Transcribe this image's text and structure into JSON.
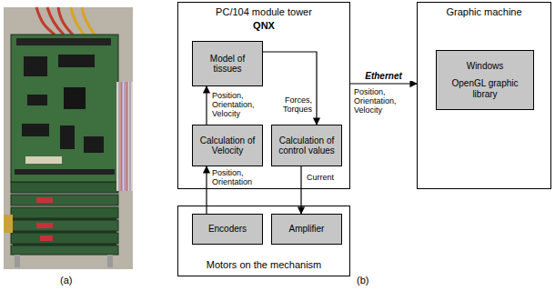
{
  "diagram": {
    "nodes": [
      {
        "text": [
          "PC/104 module tower",
          "QNX"
        ]
      },
      {
        "text": [
          "Model of tissues"
        ],
        "in": 0
      },
      {
        "text": [
          "Calculation of Velocity"
        ],
        "in": 0
      },
      {
        "text": [
          "Calculation of control values"
        ],
        "in": 0
      },
      {
        "text": [
          "Motors on the mechanism"
        ]
      },
      {
        "text": [
          "Encoders"
        ],
        "in": 4
      },
      {
        "text": [
          "Amplifier"
        ],
        "in": 4
      },
      {
        "text": [
          "Graphic machine"
        ]
      },
      {
        "text": [
          "Windows",
          "OpenGL graphic library"
        ],
        "in": 7
      }
    ],
    "edges": [
      {
        "from": 2,
        "to": 1,
        "arrow": "to",
        "label": "Position, Orientation, Velocity"
      },
      {
        "from": 1,
        "to": 3,
        "arrow": "to",
        "label": "Forces, Torques"
      },
      {
        "from": 5,
        "to": 2,
        "arrow": "to",
        "label": "Position, Orientation"
      },
      {
        "from": 3,
        "to": 6,
        "arrow": "to",
        "label": "Current"
      },
      {
        "from": 0,
        "to": 7,
        "arrow": "to",
        "label": "Ethernet"
      }
    ],
    "labels": [
      "(a)",
      "(b)",
      "Position, Orientation, Velocity"
    ]
  }
}
